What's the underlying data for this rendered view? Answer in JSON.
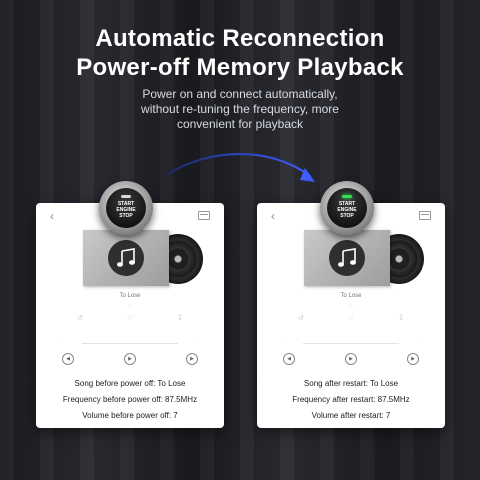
{
  "header": {
    "title_line1": "Automatic Reconnection",
    "title_line2": "Power-off Memory Playback",
    "subtitle_line1": "Power on and connect automatically,",
    "subtitle_line2": "without re-tuning the frequency, more",
    "subtitle_line3": "convenient for playback"
  },
  "engine_button": {
    "line1": "START",
    "line2": "ENGINE",
    "line3": "STOP"
  },
  "player": {
    "song_title": "To Lose"
  },
  "left_card": {
    "line1": "Song before power off: To Lose",
    "line2": "Frequency before power off: 87.5MHz",
    "line3": "Volume before power off: 7"
  },
  "right_card": {
    "line1": "Song after restart: To Lose",
    "line2": "Frequency after restart: 87.5MHz",
    "line3": "Volume after restart: 7"
  },
  "colors": {
    "arrow": "#2f4fd8",
    "led_on": "#33e05a"
  }
}
